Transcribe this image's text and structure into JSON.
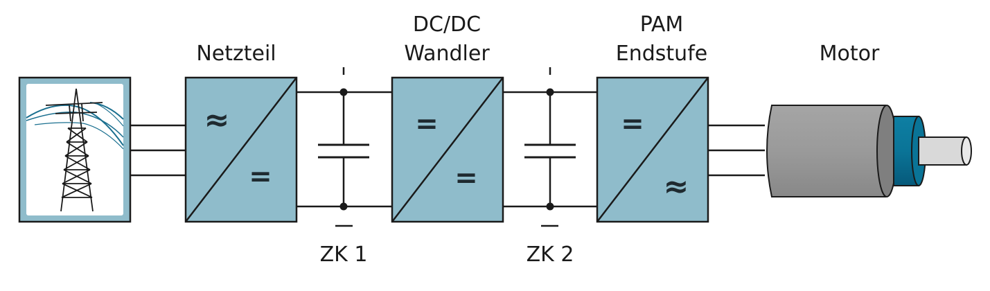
{
  "blocks": {
    "netzteil": {
      "label_line1": "Netzteil",
      "sym_in": "≈",
      "sym_out": "="
    },
    "dcdc": {
      "label_line1": "DC/DC",
      "label_line2": "Wandler",
      "sym_in": "=",
      "sym_out": "="
    },
    "pam": {
      "label_line1": "PAM",
      "label_line2": "Endstufe",
      "sym_in": "=",
      "sym_out": "≈"
    },
    "motor": {
      "label_line1": "Motor"
    }
  },
  "capacitors": [
    {
      "label": "ZK 1"
    },
    {
      "label": "ZK 2"
    }
  ],
  "colors": {
    "block_fill": "#8fbccb",
    "motor_body": "#9a9a9a",
    "motor_flange": "#0a7497",
    "wire": "#1a1a1a",
    "pylon_lines": "#1a6f8f"
  },
  "icons": {
    "power_source": "power-pylon-icon"
  }
}
